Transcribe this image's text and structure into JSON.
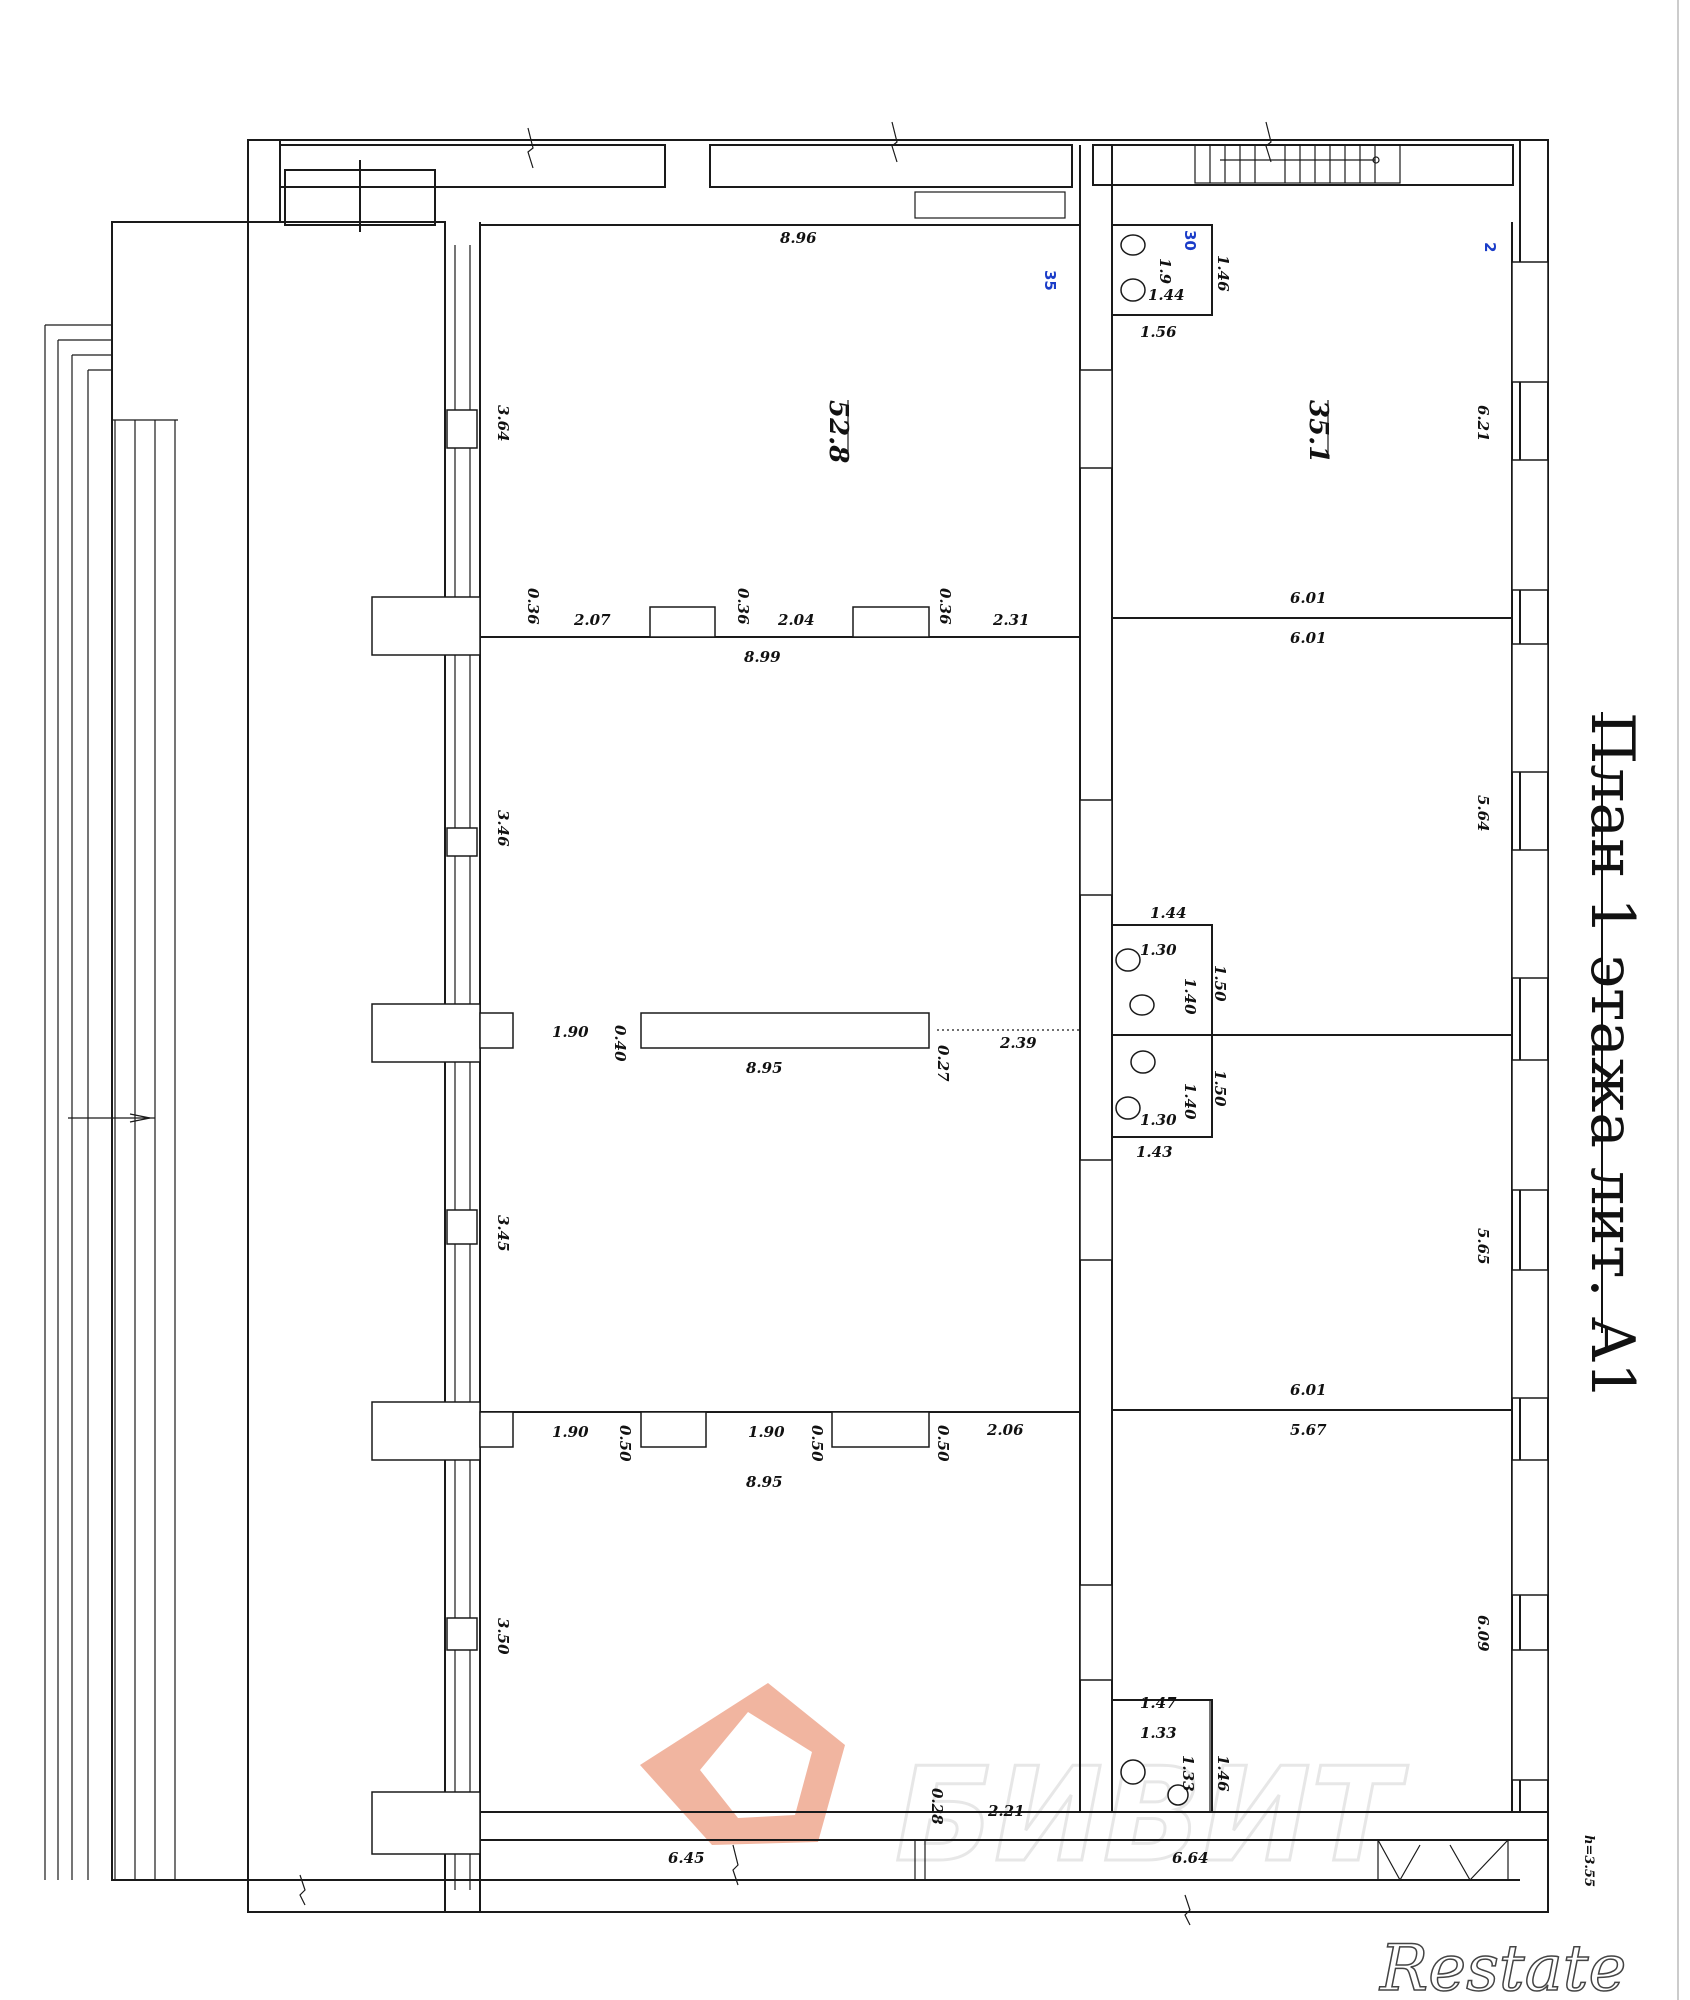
{
  "title": "План 1 этажа лит. А1",
  "level_mark": "h=3.55",
  "colors": {
    "line": "#1a1a1a",
    "room_number": "#1a3cc8",
    "watermark": "#e9b9a2",
    "logo": "#e8896a"
  },
  "rooms": [
    {
      "number": "35",
      "area": "52.8"
    },
    {
      "number": "2",
      "area": "35.1"
    },
    {
      "number": "30",
      "area": "1.9"
    }
  ],
  "dimensions": {
    "d896": "8.96",
    "d364": "3.64",
    "d036a": "0.36",
    "d207": "2.07",
    "d036b": "0.36",
    "d204": "2.04",
    "d036c": "0.36",
    "d231": "2.31",
    "d899": "8.99",
    "d146a": "1.46",
    "d144a": "1.44",
    "d156": "1.56",
    "d621": "6.21",
    "d601a": "6.01",
    "d601b": "6.01",
    "d346": "3.46",
    "d564": "5.64",
    "d144b": "1.44",
    "d130a": "1.30",
    "d150a": "1.50",
    "d140a": "1.40",
    "d190a": "1.90",
    "d040": "0.40",
    "d895a": "8.95",
    "d027": "0.27",
    "d239": "2.39",
    "d150b": "1.50",
    "d140b": "1.40",
    "d130b": "1.30",
    "d143": "1.43",
    "d345": "3.45",
    "d565": "5.65",
    "d601c": "6.01",
    "d190b": "1.90",
    "d050a": "0.50",
    "d190c": "1.90",
    "d050b": "0.50",
    "d050c": "0.50",
    "d206": "2.06",
    "d567": "5.67",
    "d895b": "8.95",
    "d350": "3.50",
    "d609": "6.09",
    "d147": "1.47",
    "d133a": "1.33",
    "d133b": "1.33",
    "d146b": "1.46",
    "d028": "0.28",
    "d221": "2.21",
    "d645": "6.45",
    "d664": "6.64"
  },
  "watermark": {
    "text": "БИВИТ",
    "brand": "Restate"
  }
}
